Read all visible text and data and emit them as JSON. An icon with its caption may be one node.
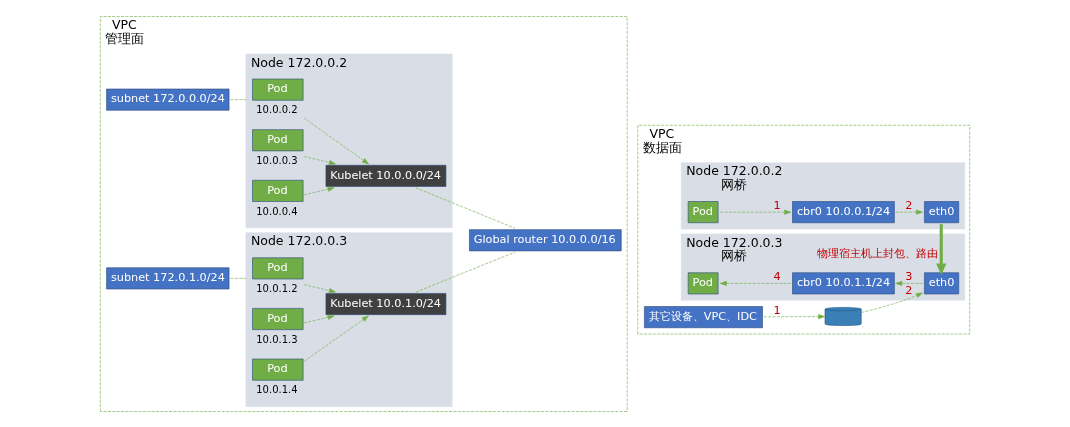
{
  "diagram": {
    "nodes": [
      {
        "text": [
          "VPC",
          "管理面"
        ]
      },
      {
        "text": [
          "Node 172.0.0.2"
        ],
        "in": 0
      },
      {
        "text": [
          "Pod"
        ],
        "beside": [
          "10.0.0.2"
        ],
        "in": 1
      },
      {
        "text": [
          "Pod"
        ],
        "beside": [
          "10.0.0.3"
        ],
        "in": 1
      },
      {
        "text": [
          "Pod"
        ],
        "beside": [
          "10.0.0.4"
        ],
        "in": 1
      },
      {
        "text": [
          "Kubelet 10.0.0.0/24"
        ],
        "in": 1
      },
      {
        "text": [
          "subnet 172.0.0.0/24"
        ],
        "in": 0
      },
      {
        "text": [
          "Node 172.0.0.3"
        ],
        "in": 0
      },
      {
        "text": [
          "Pod"
        ],
        "beside": [
          "10.0.1.2"
        ],
        "in": 7
      },
      {
        "text": [
          "Pod"
        ],
        "beside": [
          "10.0.1.3"
        ],
        "in": 7
      },
      {
        "text": [
          "Pod"
        ],
        "beside": [
          "10.0.1.4"
        ],
        "in": 7
      },
      {
        "text": [
          "Kubelet 10.0.1.0/24"
        ],
        "in": 7
      },
      {
        "text": [
          "subnet 172.0.1.0/24"
        ],
        "in": 0
      },
      {
        "text": [
          "Global router 10.0.0.0/16"
        ],
        "in": 0
      },
      {
        "text": [
          "VPC",
          "数据面"
        ]
      },
      {
        "text": [
          "Node 172.0.0.2",
          "网桥"
        ],
        "in": 14
      },
      {
        "text": [
          "Pod"
        ],
        "in": 15
      },
      {
        "text": [
          "cbr0 10.0.0.1/24"
        ],
        "in": 15
      },
      {
        "text": [
          "eth0"
        ],
        "in": 15
      },
      {
        "text": [
          "Node 172.0.0.3",
          "网桥"
        ],
        "in": 14
      },
      {
        "text": [
          "Pod"
        ],
        "in": 19
      },
      {
        "text": [
          "cbr0 10.0.1.1/24"
        ],
        "in": 19
      },
      {
        "text": [
          "eth0"
        ],
        "in": 19
      },
      {
        "text": [
          "其它设备、VPC、IDC"
        ],
        "in": 14
      },
      {
        "text": [],
        "shape": "cylinder",
        "in": 14
      }
    ],
    "edges": [
      {
        "from": 2,
        "to": 5,
        "arrow": "to",
        "style": "dashed"
      },
      {
        "from": 3,
        "to": 5,
        "arrow": "to",
        "style": "dashed"
      },
      {
        "from": 4,
        "to": 5,
        "arrow": "to",
        "style": "dashed"
      },
      {
        "from": 6,
        "to": 1,
        "arrow": "none",
        "style": "dashed"
      },
      {
        "from": 5,
        "to": 13,
        "arrow": "none",
        "style": "dashed"
      },
      {
        "from": 8,
        "to": 11,
        "arrow": "to",
        "style": "dashed"
      },
      {
        "from": 9,
        "to": 11,
        "arrow": "to",
        "style": "dashed"
      },
      {
        "from": 10,
        "to": 11,
        "arrow": "to",
        "style": "dashed"
      },
      {
        "from": 12,
        "to": 7,
        "arrow": "none",
        "style": "dashed"
      },
      {
        "from": 11,
        "to": 13,
        "arrow": "none",
        "style": "dashed"
      },
      {
        "from": 16,
        "to": 17,
        "arrow": "to",
        "label": "1",
        "style": "dashed"
      },
      {
        "from": 17,
        "to": 18,
        "arrow": "to",
        "label": "2",
        "style": "dashed"
      },
      {
        "from": 18,
        "to": 22,
        "arrow": "to",
        "label": "物理宿主机上封包、路由",
        "style": "thick"
      },
      {
        "from": 22,
        "to": 21,
        "arrow": "to",
        "label": "3",
        "style": "dashed"
      },
      {
        "from": 21,
        "to": 20,
        "arrow": "to",
        "label": "4",
        "style": "dashed"
      },
      {
        "from": 23,
        "to": 24,
        "arrow": "to",
        "label": "1",
        "style": "dashed"
      },
      {
        "from": 24,
        "to": 22,
        "arrow": "to",
        "label": "2",
        "style": "dashed"
      }
    ]
  }
}
